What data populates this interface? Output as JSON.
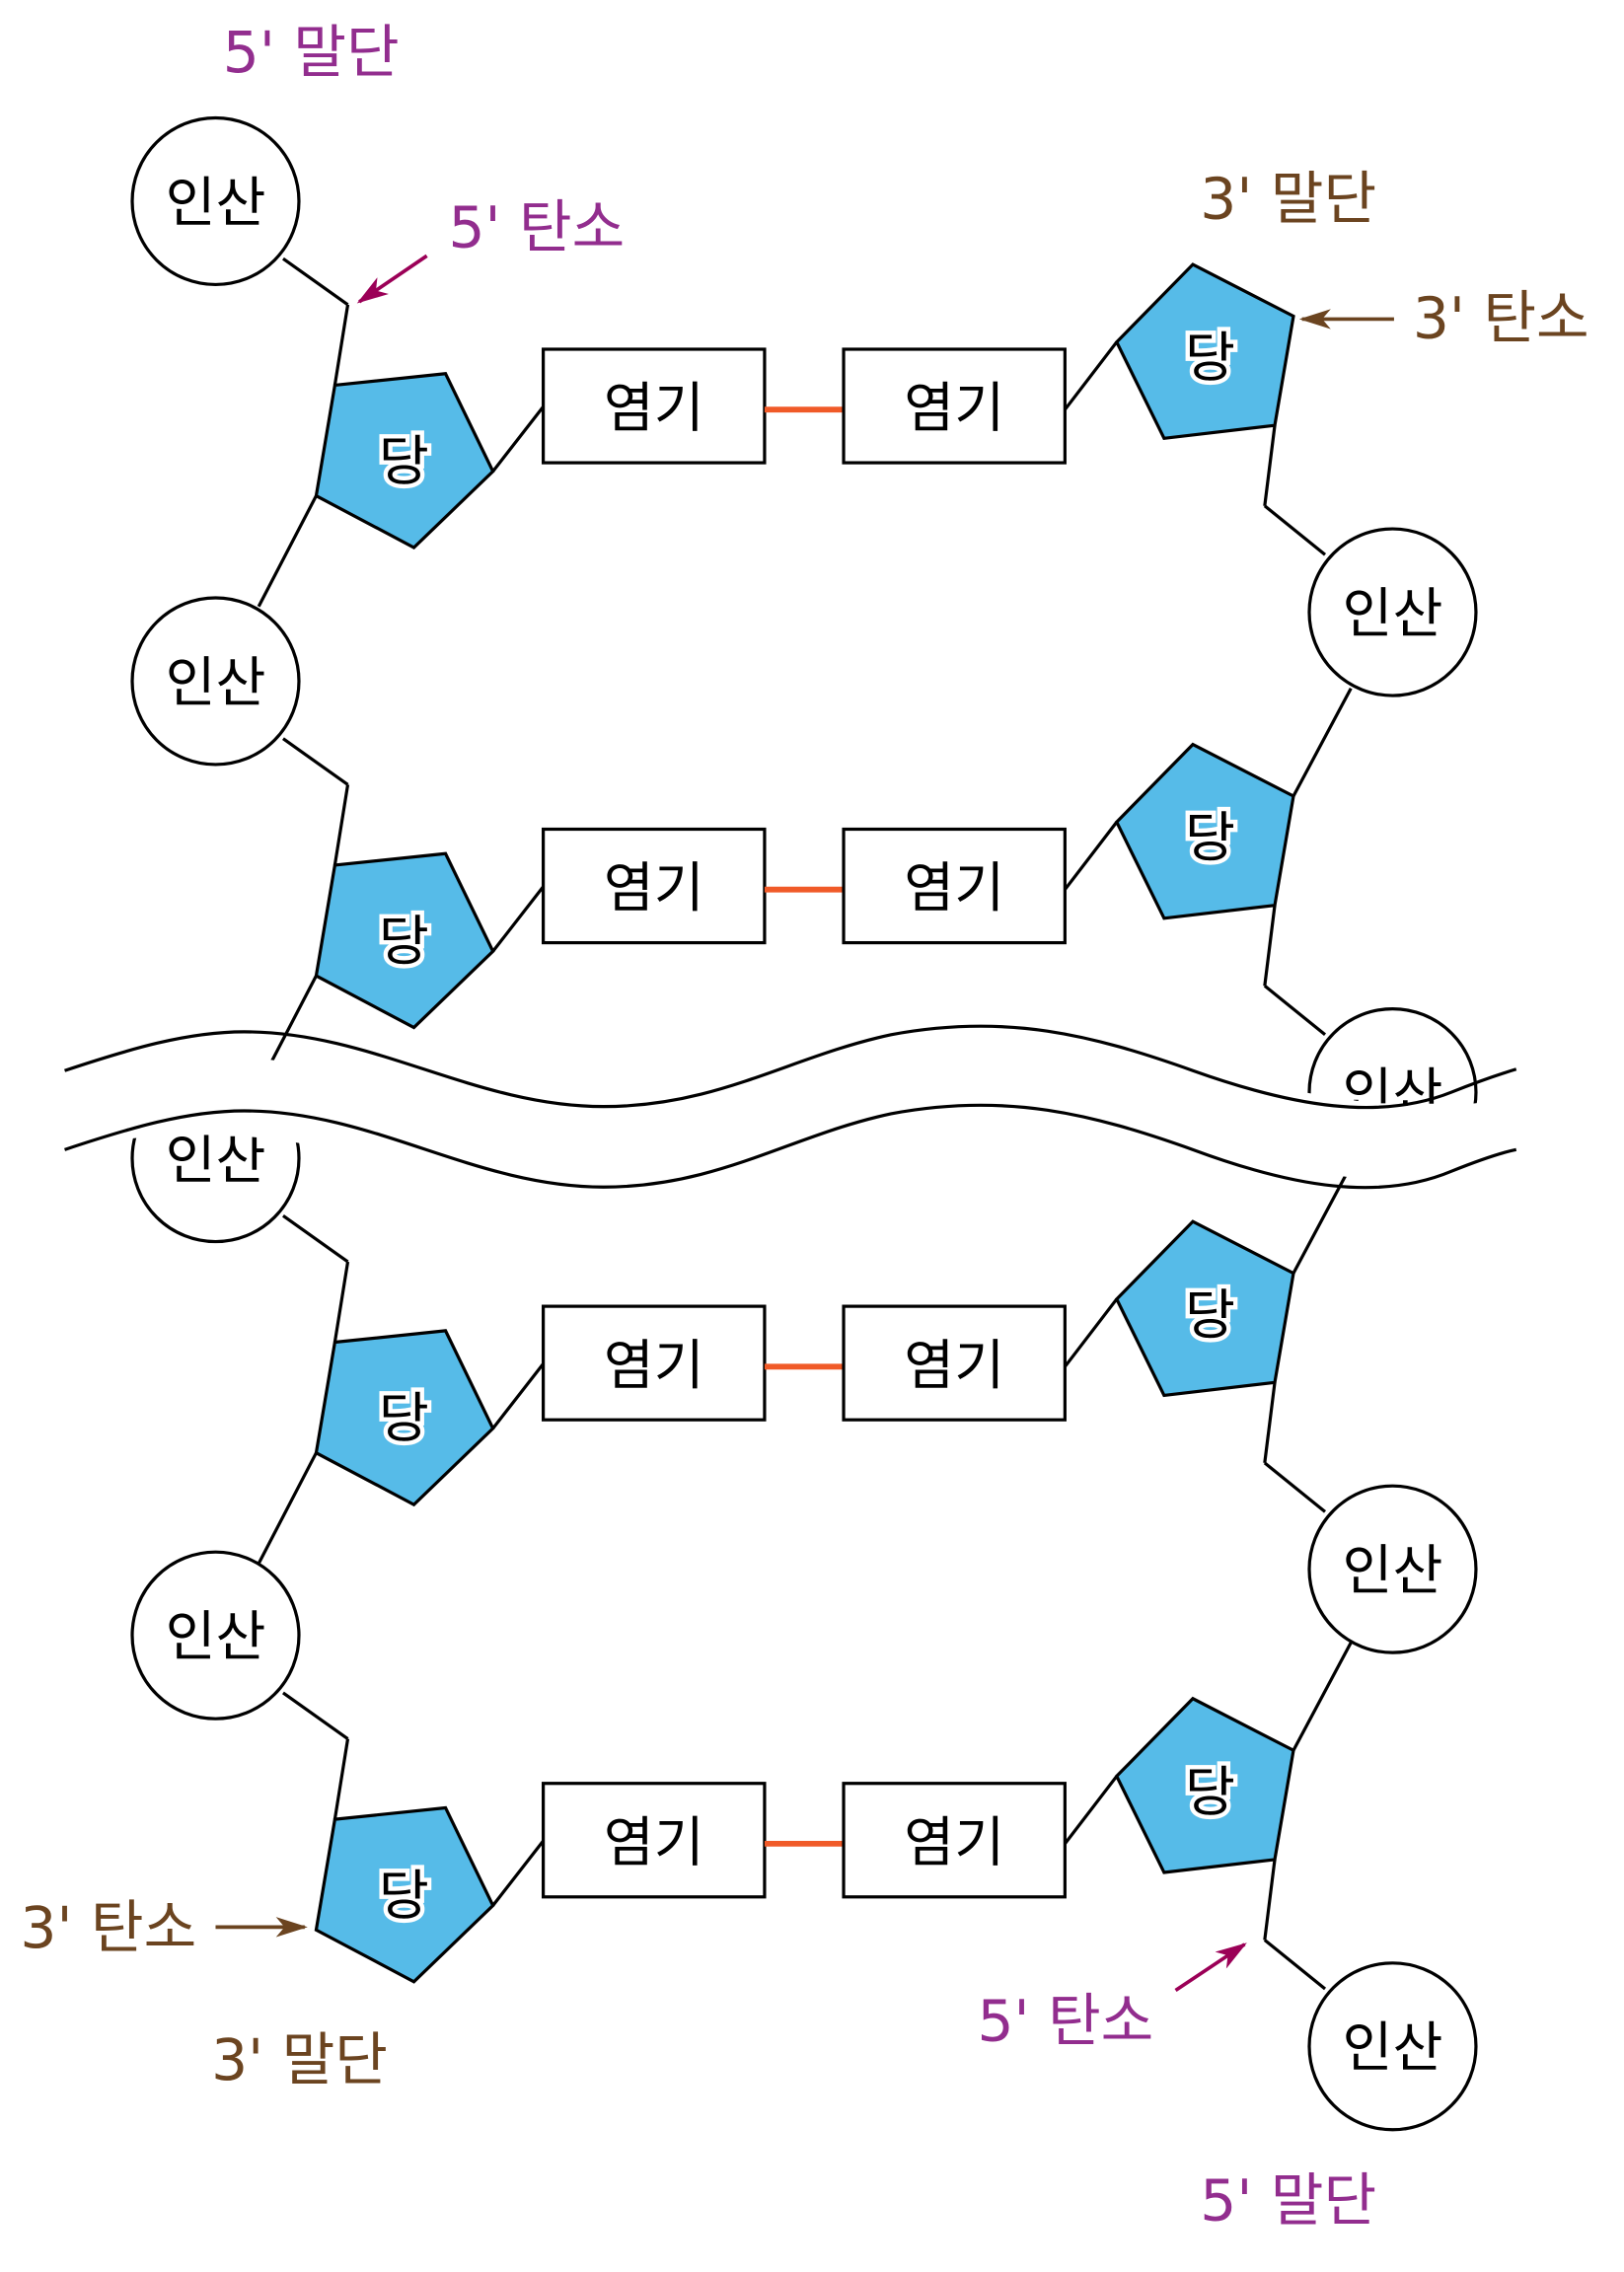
{
  "diagram": {
    "title": "DNA double strand antiparallel structure",
    "colors": {
      "sugar_fill": "#56BBE8",
      "base_pair_bond": "#F05A28",
      "five_prime": "#922D8E",
      "three_prime": "#6B4420",
      "five_prime_arrow": "#9B0057"
    },
    "labels": {
      "phosphate": "인산",
      "sugar": "당",
      "base": "염기"
    },
    "annotations": {
      "top_left_end": "5' 말단",
      "top_left_carbon": "5' 탄소",
      "top_right_end": "3' 말단",
      "top_right_carbon": "3' 탄소",
      "bottom_left_carbon": "3' 탄소",
      "bottom_left_end": "3' 말단",
      "bottom_right_carbon": "5' 탄소",
      "bottom_right_end": "5' 말단"
    },
    "rows": [
      {
        "left_base": "염기",
        "right_base": "염기"
      },
      {
        "left_base": "염기",
        "right_base": "염기"
      },
      {
        "left_base": "염기",
        "right_base": "염기"
      },
      {
        "left_base": "염기",
        "right_base": "염기"
      }
    ]
  }
}
